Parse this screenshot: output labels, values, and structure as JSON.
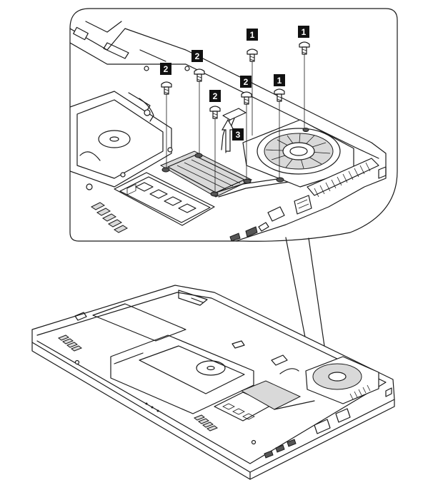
{
  "callouts": [
    {
      "id": "c1a",
      "label": "1"
    },
    {
      "id": "c1b",
      "label": "1"
    },
    {
      "id": "c1c",
      "label": "1"
    },
    {
      "id": "c2a",
      "label": "2"
    },
    {
      "id": "c2b",
      "label": "2"
    },
    {
      "id": "c2c",
      "label": "2"
    },
    {
      "id": "c2d",
      "label": "2"
    },
    {
      "id": "c3",
      "label": "3"
    }
  ],
  "colors": {
    "line": "#1a1a1a",
    "callout_fill": "#111111",
    "callout_text": "#ffffff"
  }
}
